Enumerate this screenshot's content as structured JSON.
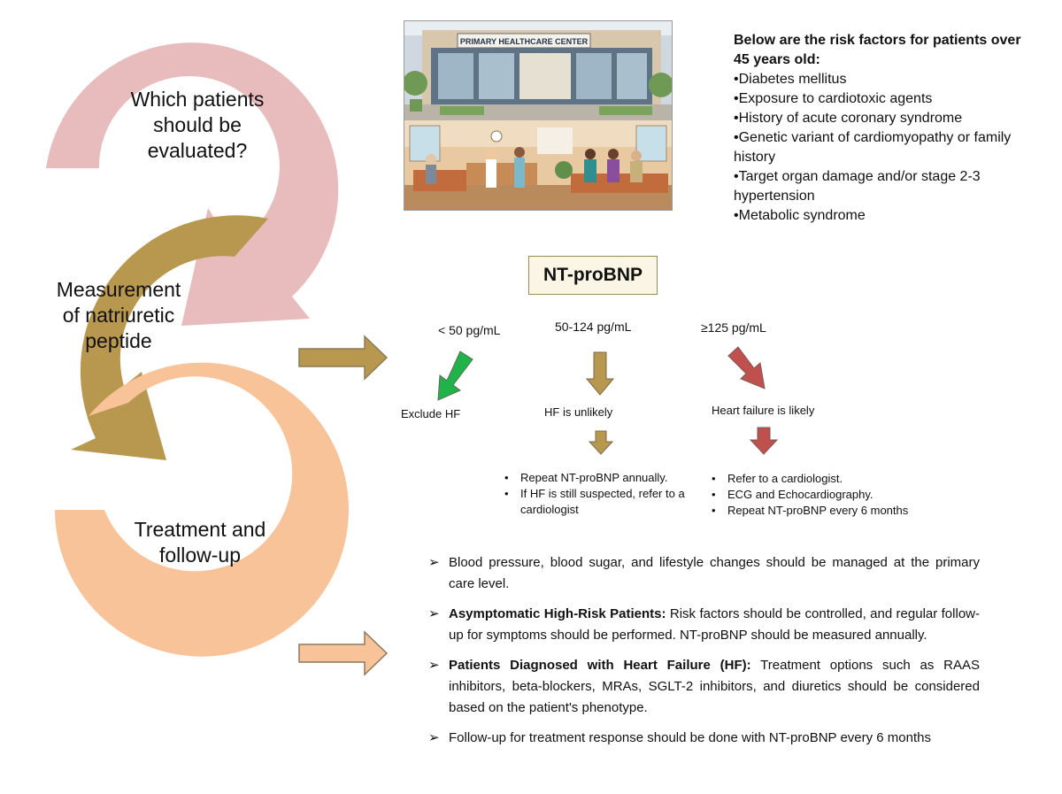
{
  "cycle": {
    "steps": [
      {
        "label": "Which patients should be evaluated?",
        "color": "#e8bcbc"
      },
      {
        "label": "Measurement of natriuretic peptide",
        "color": "#b8974f"
      },
      {
        "label": "Treatment and follow-up",
        "color": "#f8c398"
      }
    ]
  },
  "photo": {
    "sign_text": "PRIMARY HEALTHCARE CENTER"
  },
  "risk_factors": {
    "heading": "Below are the risk factors for patients over 45 years old:",
    "items": [
      "Diabetes mellitus",
      "Exposure to cardiotoxic agents",
      "History of acute coronary syndrome",
      "Genetic variant of cardiomyopathy or family history",
      "Target organ damage and/or stage 2-3 hypertension",
      "Metabolic syndrome"
    ]
  },
  "ntprobnp": {
    "title": "NT-proBNP",
    "ranges": [
      {
        "label": "< 50 pg/mL",
        "outcome": "Exclude HF",
        "arrow_color": "#1fb34a"
      },
      {
        "label": "50-124 pg/mL",
        "outcome": "HF is unlikely",
        "arrow_color": "#b8974f"
      },
      {
        "label": "≥125 pg/mL",
        "outcome": "Heart failure is likely",
        "arrow_color": "#c0504d"
      }
    ],
    "unlikely_actions": [
      "Repeat NT-proBNP annually.",
      "If HF is still suspected, refer to a cardiologist"
    ],
    "likely_actions": [
      "Refer to a cardiologist.",
      "ECG and Echocardiography.",
      "Repeat NT-proBNP every 6 months"
    ]
  },
  "recommendations": [
    {
      "bold": "",
      "text": "Blood pressure, blood sugar, and lifestyle changes should be managed at the primary care level."
    },
    {
      "bold": "Asymptomatic High-Risk Patients:",
      "text": " Risk factors should be controlled, and regular follow-up for symptoms should be performed. NT-proBNP should be measured annually."
    },
    {
      "bold": "Patients Diagnosed with Heart Failure (HF):",
      "text": " Treatment options such as RAAS inhibitors, beta-blockers, MRAs, SGLT-2 inhibitors, and diuretics should be considered based on the patient's phenotype."
    },
    {
      "bold": "",
      "text": "Follow-up for treatment response should be done with NT-proBNP every 6 months"
    }
  ],
  "arrow_colors": {
    "measurement_pointer": "#b8974f",
    "treatment_pointer": "#f8c398"
  }
}
